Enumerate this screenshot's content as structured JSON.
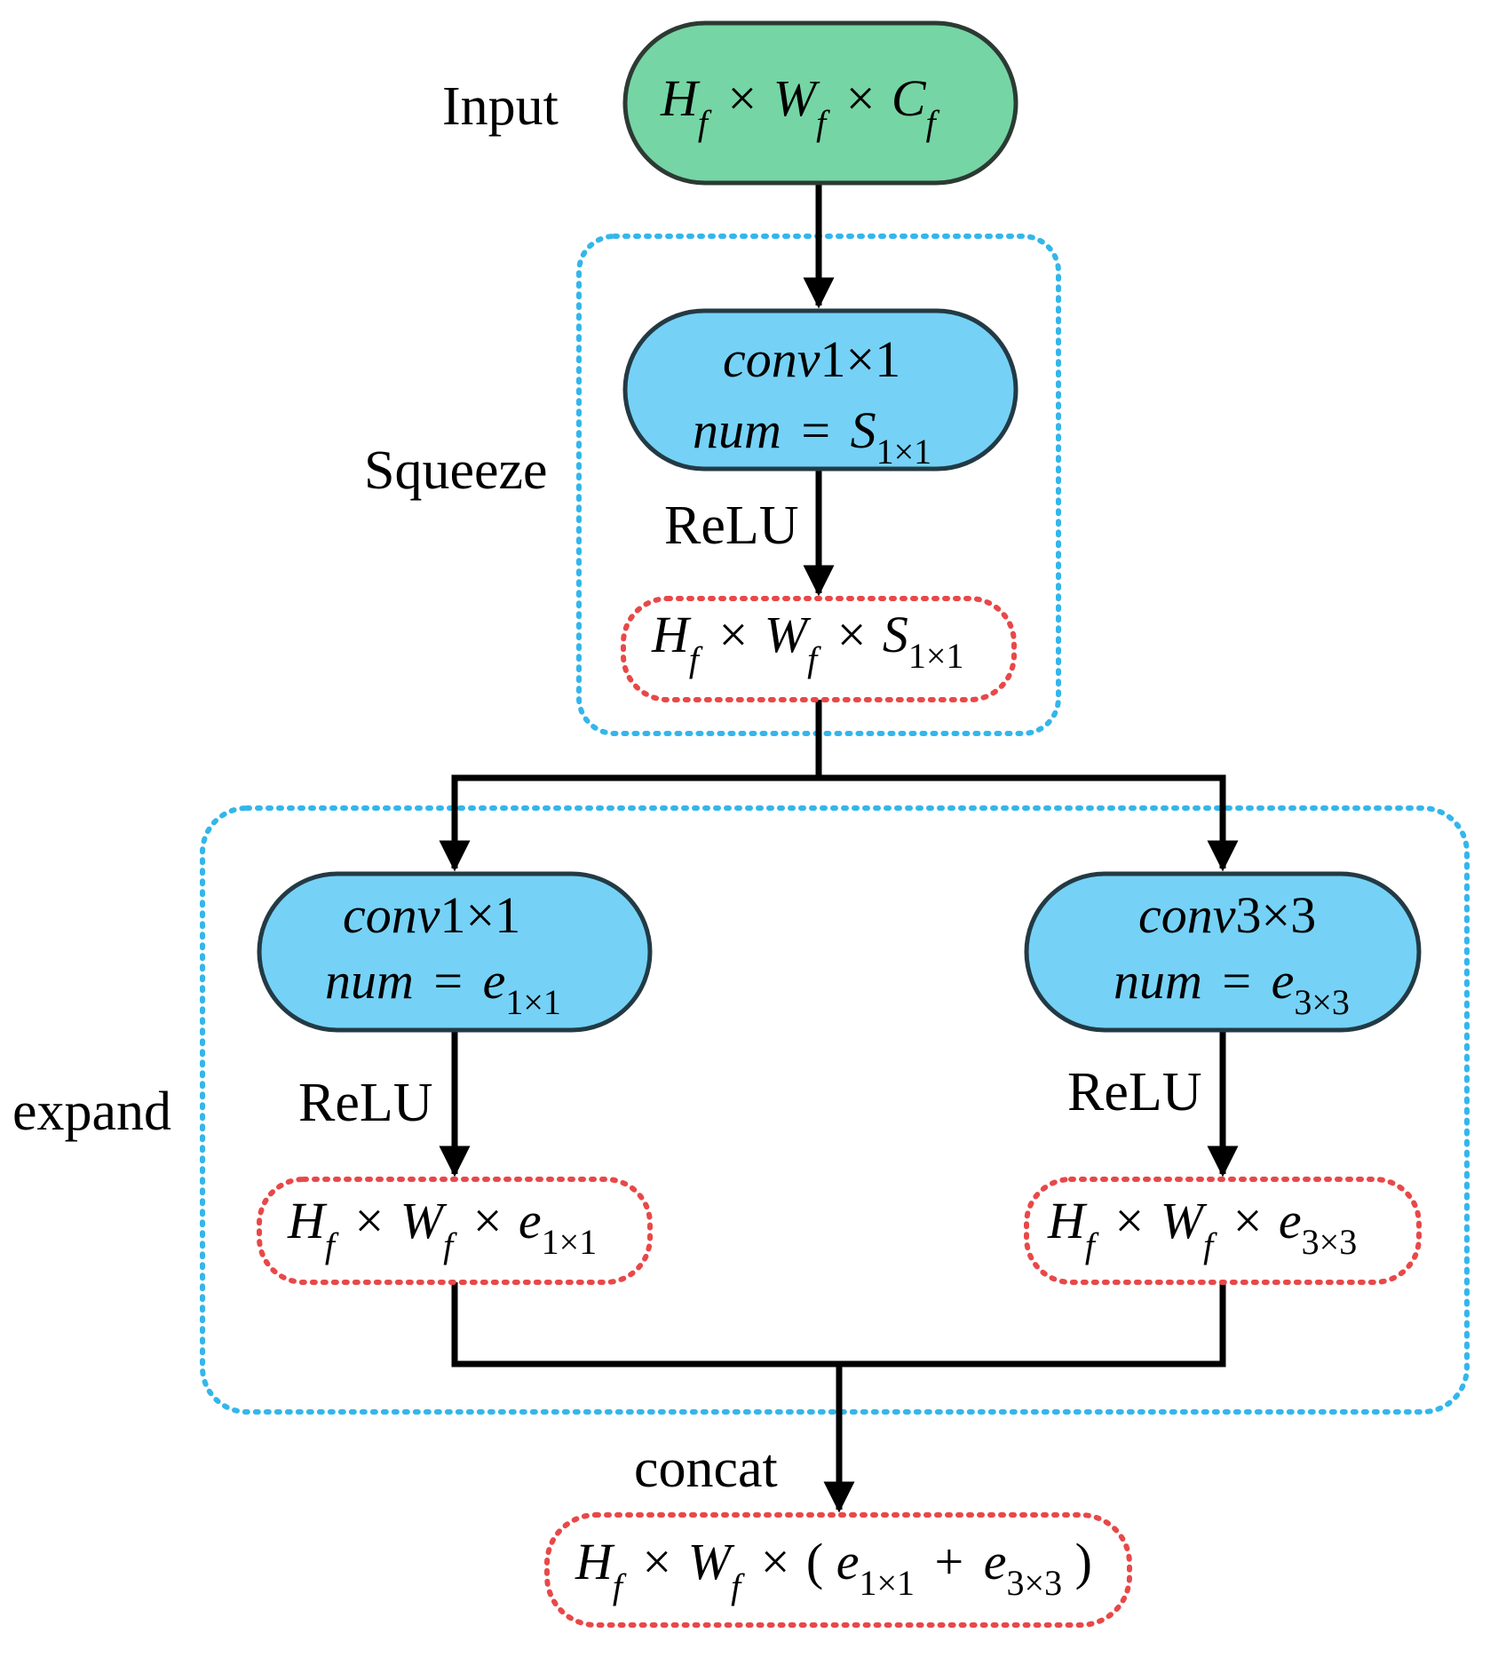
{
  "labels": {
    "input": "Input",
    "squeeze": "Squeeze",
    "expand": "expand",
    "relu": "ReLU",
    "concat": "concat"
  },
  "input_node": {
    "H": "H",
    "W": "W",
    "C": "C",
    "f": "f",
    "times": "×"
  },
  "squeeze_conv": {
    "op": "conv",
    "kernel": "1×1",
    "num": "num",
    "eq": "=",
    "var": "S",
    "sub": "1×1"
  },
  "squeeze_out": {
    "H": "H",
    "W": "W",
    "S": "S",
    "f": "f",
    "times": "×",
    "sub": "1×1"
  },
  "expand_conv1": {
    "op": "conv",
    "kernel": "1×1",
    "num": "num",
    "eq": "=",
    "var": "e",
    "sub": "1×1"
  },
  "expand_conv3": {
    "op": "conv",
    "kernel": "3×3",
    "num": "num",
    "eq": "=",
    "var": "e",
    "sub": "3×3"
  },
  "expand_out1": {
    "H": "H",
    "W": "W",
    "e": "e",
    "f": "f",
    "times": "×",
    "sub": "1×1"
  },
  "expand_out3": {
    "H": "H",
    "W": "W",
    "e": "e",
    "f": "f",
    "times": "×",
    "sub": "3×3"
  },
  "concat_out": {
    "H": "H",
    "W": "W",
    "e": "e",
    "f": "f",
    "times": "×",
    "sub1": "1×1",
    "plus": "+",
    "sub3": "3×3",
    "lparen": "(",
    "rparen": ")"
  },
  "colors": {
    "input_fill": "#76d5a4",
    "conv_fill": "#75d2f6",
    "group_border": "#34b6ea",
    "output_border": "#e84848",
    "edge": "#000000"
  }
}
